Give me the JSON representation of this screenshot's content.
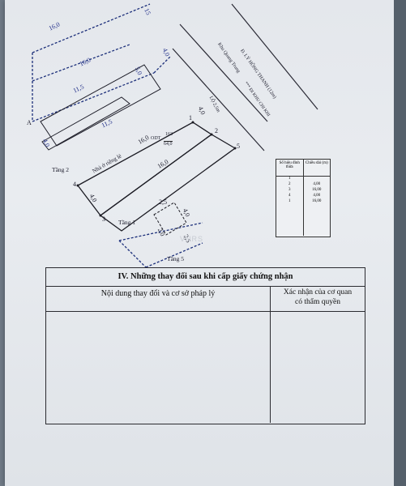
{
  "plan": {
    "dims": {
      "top_16_0": "16,0",
      "top_15": "15",
      "top_4_0": "4,0",
      "strip_16_0": "16,0",
      "strip_11_5_a": "11,5",
      "strip_5_0": "5,0",
      "strip_11_5_b": "11,5",
      "strip_4_0_left": "4,0",
      "road_4_0": "4,0",
      "house_16_0_top": "16,0",
      "house_16_0_bottom": "16,0",
      "house_4_0_left": "4,0",
      "small_2_5": "2,5",
      "small_4_0": "4,0",
      "small_2_0": "2,0",
      "small_2_5_b": "2,5"
    },
    "point_labels": [
      "A",
      "1",
      "2",
      "3",
      "4",
      "5"
    ],
    "road_name": "Đ. LÝ HỒNG THANH (12m)",
    "road_sub": "Khu Quang Trung",
    "road_sub2": "*** ĐI KHU CHI KHI",
    "lot_label": "LỘ 2,5m",
    "house_label": "Nhà ở riêng lẻ",
    "odt_label": "ODT",
    "odt_number": "163",
    "odt_area": "64,0",
    "floor_labels": {
      "f2": "Tầng 2",
      "f1": "Tầng 1",
      "f5": "Tầng 5"
    }
  },
  "dim_table": {
    "header_left": "Số hiệu đỉnh thửa",
    "header_right": "Chiều dài (m)",
    "rows": [
      {
        "a": "1",
        "b": ""
      },
      {
        "a": "2",
        "b": "4,00"
      },
      {
        "a": "3",
        "b": "16,00"
      },
      {
        "a": "4",
        "b": "4,00"
      },
      {
        "a": "1",
        "b": "16,00"
      }
    ]
  },
  "section": {
    "title": "IV. Những thay đổi sau khi cấp giấy chứng nhận",
    "col1": "Nội dung thay đổi và cơ sở pháp lý",
    "col2_line1": "Xác nhận của cơ quan",
    "col2_line2": "có thẩm quyền"
  },
  "watermark": "VNRS"
}
